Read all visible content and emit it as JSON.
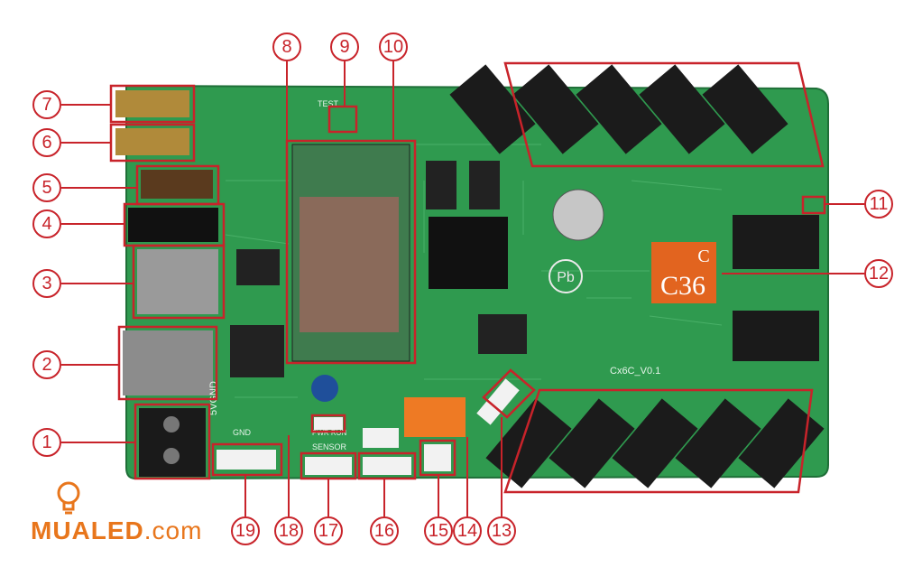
{
  "board": {
    "pcb_color": "#2f9a4f",
    "annotation_color": "#c8232a",
    "chip_label_top": "C",
    "chip_label_main": "C36",
    "model_text": "Cx6C_V0.1",
    "silkscreen_5v": "5VGND",
    "silkscreen_sensor": "SENSOR",
    "silkscreen_gnd": "GND",
    "silkscreen_test": "TEST",
    "silkscreen_run": "PWR RUN",
    "pb_symbol": "Pb"
  },
  "callouts": [
    {
      "label": "1"
    },
    {
      "label": "2"
    },
    {
      "label": "3"
    },
    {
      "label": "4"
    },
    {
      "label": "5"
    },
    {
      "label": "6"
    },
    {
      "label": "7"
    },
    {
      "label": "8"
    },
    {
      "label": "9"
    },
    {
      "label": "10"
    },
    {
      "label": "11"
    },
    {
      "label": "12"
    },
    {
      "label": "13"
    },
    {
      "label": "14"
    },
    {
      "label": "15"
    },
    {
      "label": "16"
    },
    {
      "label": "17"
    },
    {
      "label": "18"
    },
    {
      "label": "19"
    }
  ],
  "watermark": {
    "brand": "MUALED",
    "suffix": ".com",
    "color": "#e8761c",
    "icon": "lightbulb-icon"
  }
}
